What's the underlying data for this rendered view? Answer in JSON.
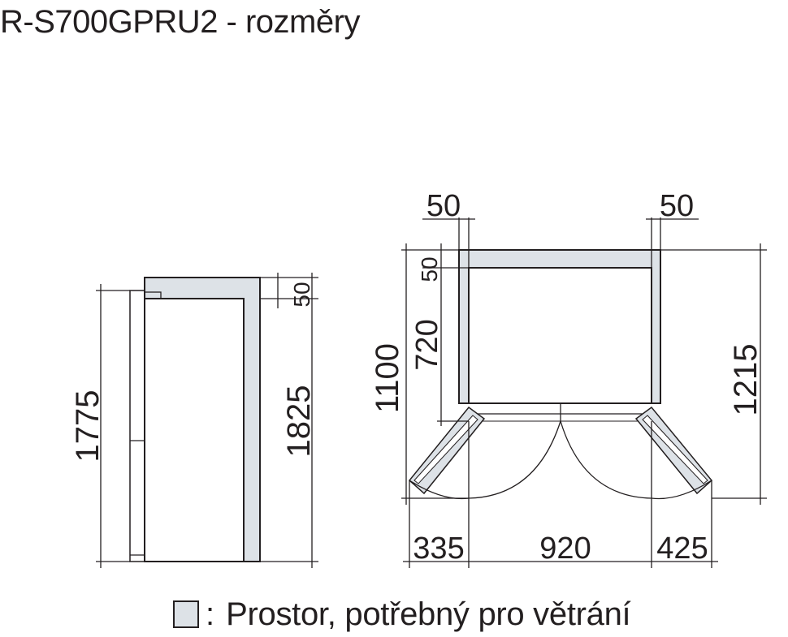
{
  "title": "R-S700GPRU2 - rozměry",
  "colors": {
    "ventilation_fill": "#dde2e7",
    "line": "#231f20"
  },
  "side_view": {
    "height_total": "1775",
    "height_with_ventilation": "1825",
    "top_ventilation": "50"
  },
  "top_view": {
    "side_gap_left": "50",
    "side_gap_right": "50",
    "back_gap": "50",
    "body_depth": "720",
    "depth_with_doors": "1100",
    "total_depth": "1215",
    "door_swing_left": "335",
    "width": "920",
    "door_swing_right": "425"
  },
  "legend": {
    "colon": ":",
    "text": "Prostor, potřebný pro větrání"
  }
}
